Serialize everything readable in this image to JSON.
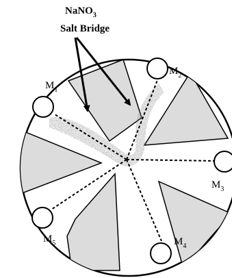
{
  "annotation": {
    "line1_main": "NaNO",
    "line1_sub": "3",
    "line2": "Salt Bridge"
  },
  "electrodes": [
    {
      "main": "M",
      "sub": "1"
    },
    {
      "main": "M",
      "sub": "2"
    },
    {
      "main": "M",
      "sub": "3"
    },
    {
      "main": "M",
      "sub": "4"
    },
    {
      "main": "M",
      "sub": "5"
    }
  ],
  "colors": {
    "outline": "#000000",
    "wedge_fill": "#dcdcdc",
    "salt_bridge": "#8a8a8a"
  }
}
